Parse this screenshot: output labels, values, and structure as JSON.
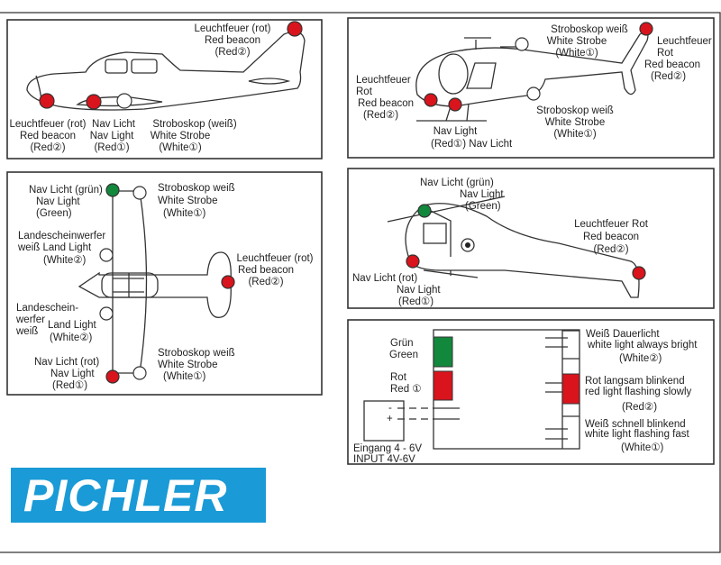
{
  "colors": {
    "red": "#d9141c",
    "green": "#12883c",
    "white": "#ffffff",
    "logo_blue": "#1a9ad6"
  },
  "logo": {
    "text": "PICHLER"
  },
  "panels": {
    "airplane_side": {
      "beacon_tail": [
        "Leuchtfeuer (rot)",
        "Red beacon",
        "(Red②)"
      ],
      "beacon_belly": [
        "Leuchtfeuer (rot)",
        "Red beacon",
        "(Red②)"
      ],
      "nav": [
        "Nav Licht",
        "Nav Light",
        "(Red①)"
      ],
      "strobe": [
        "Stroboskop (weiß)",
        "White Strobe",
        "(White①)"
      ]
    },
    "helicopter_side": {
      "strobe_top": [
        "Stroboskop weiß",
        "White Strobe",
        "(White①)"
      ],
      "beacon_tail": [
        "Leuchtfeuer",
        "Rot",
        "Red beacon",
        "(Red②)"
      ],
      "beacon_front": [
        "Leuchtfeuer",
        "Rot",
        "Red beacon",
        "(Red②)"
      ],
      "strobe_bottom": [
        "Stroboskop weiß",
        "White Strobe",
        "(White①)"
      ],
      "nav": [
        "Nav Light",
        "(Red①) Nav Licht"
      ]
    },
    "airplane_top": {
      "nav_green": [
        "Nav Licht (grün)",
        "Nav Light",
        "(Green)"
      ],
      "strobe_top": [
        "Stroboskop weiß",
        "White Strobe",
        "(White①)"
      ],
      "land_top": [
        "Landescheinwerfer",
        "weiß Land Light",
        "(White②)"
      ],
      "beacon": [
        "Leuchtfeuer (rot)",
        "Red beacon",
        "(Red②)"
      ],
      "land_bottom": [
        "Landeschein-",
        "werfer",
        "weiß",
        "Land Light",
        "(White②)"
      ],
      "nav_red": [
        "Nav Licht (rot)",
        "Nav Light",
        "(Red①)"
      ],
      "strobe_bottom": [
        "Stroboskop weiß",
        "White Strobe",
        "(White①)"
      ]
    },
    "helicopter_2": {
      "nav_green": [
        "Nav Licht (grün)",
        "Nav Light",
        "(Green)"
      ],
      "beacon": [
        "Leuchtfeuer Rot",
        "Red beacon",
        "(Red②)"
      ],
      "nav_red": [
        "Nav Licht (rot)",
        "Nav Light",
        "(Red①)"
      ]
    },
    "controller": {
      "green": [
        "Grün",
        "Green"
      ],
      "red": [
        "Rot",
        "Red ①"
      ],
      "out_white2": [
        "Weiß Dauerlicht",
        "white light  always  bright",
        "(White②)"
      ],
      "out_red2": [
        "Rot langsam blinkend",
        "red light flashing slowly",
        "(Red②)"
      ],
      "out_white1": [
        "Weiß schnell blinkend",
        "white light  flashing fast",
        "(White①)"
      ],
      "input": [
        "Eingang 4 - 6V",
        "INPUT 4V-6V"
      ],
      "polarity": [
        "-",
        "+"
      ]
    }
  }
}
